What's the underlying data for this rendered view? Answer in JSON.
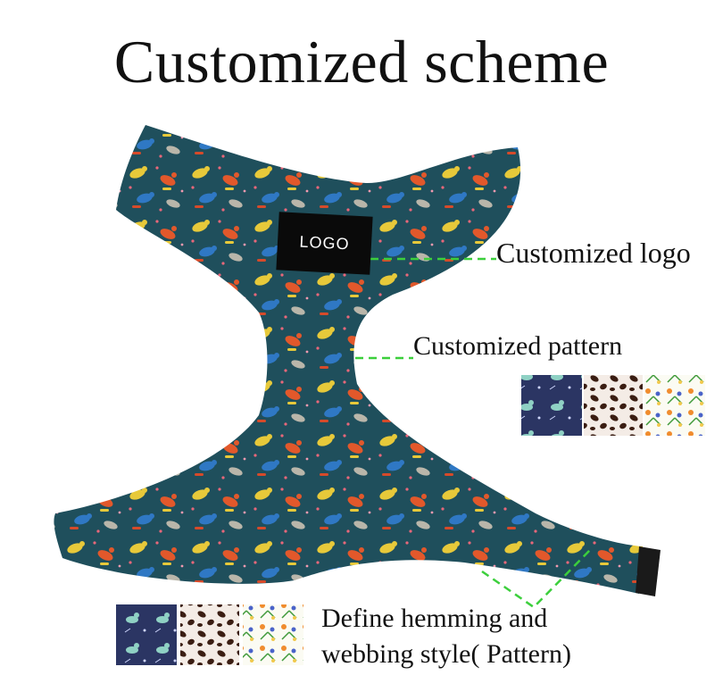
{
  "title": "Customized scheme",
  "logo_badge": "LOGO",
  "callouts": {
    "logo": "Customized logo",
    "pattern": "Customized pattern",
    "hemming_line1": "Define hemming and",
    "hemming_line2": "webbing style( Pattern)"
  },
  "pattern_options": [
    "dino-pattern",
    "leopard-pattern",
    "floral-pattern"
  ],
  "colors": {
    "fabric": "#1f4f5c",
    "leader_line": "#3ccf3c",
    "logo_box": "#0a0a0a"
  }
}
